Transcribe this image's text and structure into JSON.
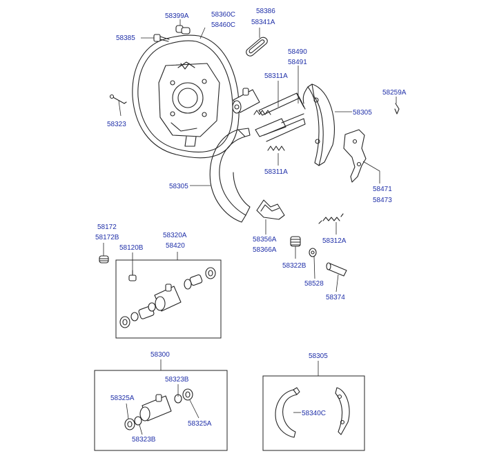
{
  "labels": {
    "l58399A": "58399A",
    "l58360C": "58360C",
    "l58460C": "58460C",
    "l58386": "58386",
    "l58341A": "58341A",
    "l58385": "58385",
    "l58490": "58490",
    "l58491": "58491",
    "l58311A_top": "58311A",
    "l58259A": "58259A",
    "l58305_right": "58305",
    "l58323": "58323",
    "l58311A_bottom": "58311A",
    "l58305_left": "58305",
    "l58471": "58471",
    "l58473": "58473",
    "l58172": "58172",
    "l58172B": "58172B",
    "l58120B": "58120B",
    "l58320A": "58320A",
    "l58420": "58420",
    "l58356A": "58356A",
    "l58366A": "58366A",
    "l58312A": "58312A",
    "l58322B": "58322B",
    "l58528": "58528",
    "l58374": "58374",
    "l58300": "58300",
    "l58305_box": "58305",
    "l58323B_top": "58323B",
    "l58325A_left": "58325A",
    "l58325A_right": "58325A",
    "l58323B_bottom": "58323B",
    "l58340C": "58340C"
  }
}
